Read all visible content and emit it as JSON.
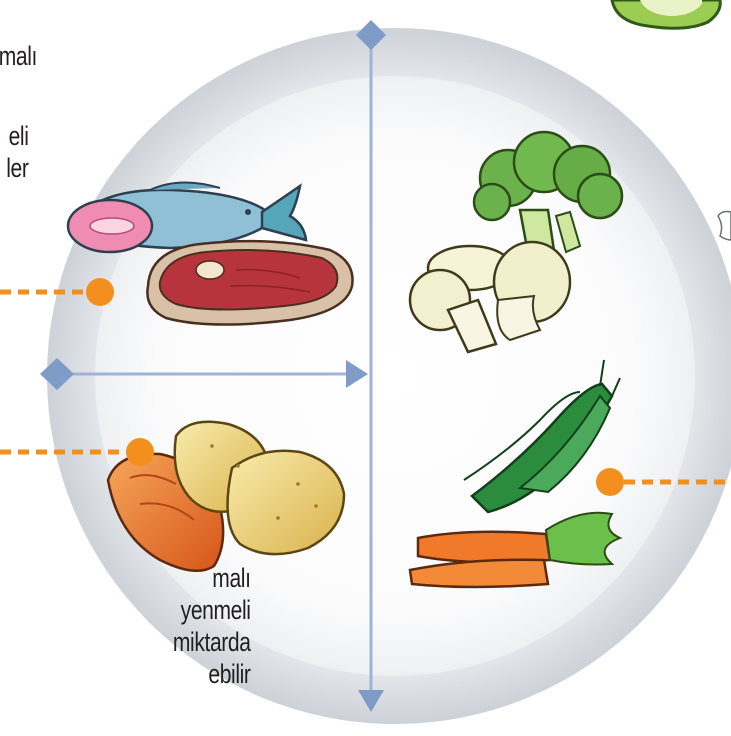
{
  "labels": {
    "top_lines": [
      "malı"
    ],
    "top2_lines": [
      "eli",
      "ler"
    ],
    "bottom_lines": [
      "malı",
      "yenmeli",
      "miktarda",
      "ebilir"
    ]
  },
  "colors": {
    "plate_rim": "#e9ebee",
    "plate_center": "#ffffff",
    "divider_line": "#9db4d8",
    "divider_diamond": "#7f9cc9",
    "callout_orange": "#f3901d",
    "text": "#231f20"
  },
  "items": {
    "protein": [
      "fish-icon",
      "meat-steak-icon"
    ],
    "starch": [
      "potato-icon",
      "sweet-potato-icon"
    ],
    "vegetables": [
      "broccoli-icon",
      "mushroom-icon",
      "green-bean-icon",
      "carrot-icon"
    ],
    "corner": [
      "apple-icon",
      "paper-icon"
    ]
  }
}
